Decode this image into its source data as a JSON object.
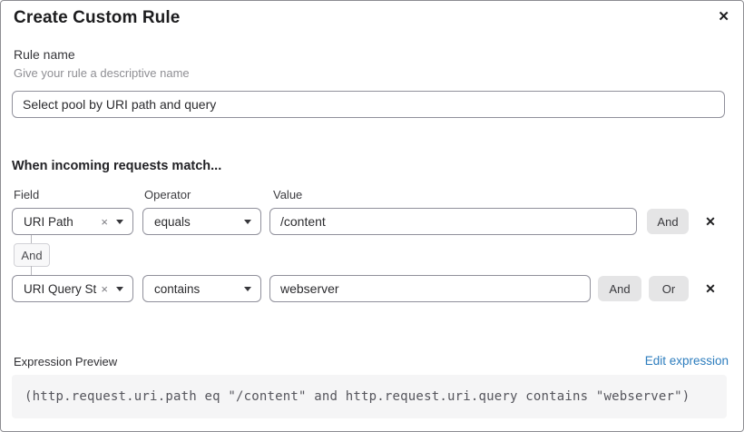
{
  "dialog": {
    "title": "Create Custom Rule"
  },
  "icons": {
    "close": "✕",
    "clear": "×",
    "delete_row": "✕"
  },
  "rule_name": {
    "label": "Rule name",
    "helper": "Give your rule a descriptive name",
    "value": "Select pool by URI path and query"
  },
  "matcher": {
    "heading": "When incoming requests match...",
    "column_labels": {
      "field": "Field",
      "operator": "Operator",
      "value": "Value"
    },
    "connector_label": "And",
    "rows": [
      {
        "field": "URI Path",
        "operator": "equals",
        "value": "/content",
        "and_label": "And"
      },
      {
        "field": "URI Query St...",
        "operator": "contains",
        "value": "webserver",
        "and_label": "And",
        "or_label": "Or"
      }
    ]
  },
  "expression_preview": {
    "label": "Expression Preview",
    "edit_link": "Edit expression",
    "expression": "(http.request.uri.path eq \"/content\" and http.request.uri.query contains \"webserver\")"
  },
  "colors": {
    "link_blue": "#2d7dbe",
    "button_gray": "#e5e5e6",
    "code_background": "#f5f5f6",
    "input_border": "#90909b"
  }
}
